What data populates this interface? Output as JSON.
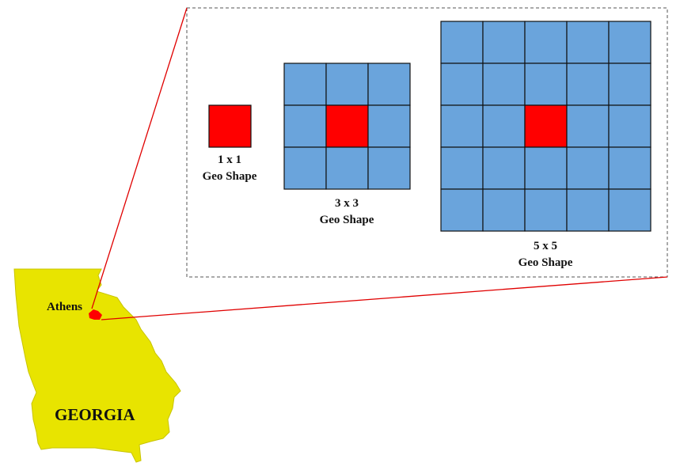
{
  "state": {
    "name": "GEORGIA",
    "fill_color": "#e8e400",
    "city": {
      "name": "Athens",
      "color": "#ff0000"
    }
  },
  "callout": {
    "border_style": "dashed",
    "line_color": "#e00000",
    "shapes": [
      {
        "grid": 1,
        "size_label": "1 x 1",
        "caption": "Geo Shape"
      },
      {
        "grid": 3,
        "size_label": "3 x 3",
        "caption": "Geo Shape"
      },
      {
        "grid": 5,
        "size_label": "5 x 5",
        "caption": "Geo Shape"
      }
    ]
  },
  "colors": {
    "center_cell": "#ff0000",
    "neighbor_cell": "#6aa4dc",
    "cell_border": "#111111",
    "callout_border": "#555555"
  }
}
